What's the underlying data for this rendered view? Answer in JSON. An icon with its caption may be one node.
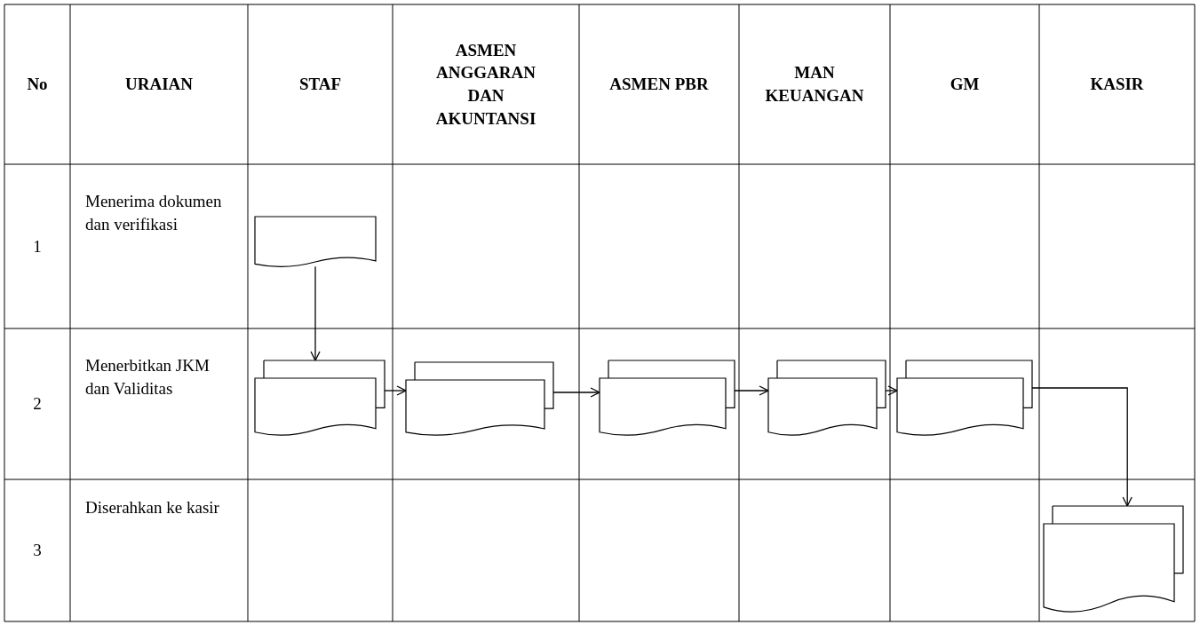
{
  "diagram": {
    "nodes": [
      {
        "text": [],
        "shape": "document"
      },
      {
        "text": [],
        "shape": "document"
      },
      {
        "text": [],
        "shape": "document"
      },
      {
        "text": [],
        "shape": "document"
      },
      {
        "text": [],
        "shape": "document"
      },
      {
        "text": [],
        "shape": "document"
      },
      {
        "text": [],
        "shape": "document"
      }
    ],
    "edges": [
      {
        "from": 0,
        "to": 1,
        "arrow": "to"
      },
      {
        "from": 1,
        "to": 2,
        "arrow": "to"
      },
      {
        "from": 2,
        "to": 3,
        "arrow": "to"
      },
      {
        "from": 3,
        "to": 4,
        "arrow": "to"
      },
      {
        "from": 4,
        "to": 5,
        "arrow": "to"
      },
      {
        "from": 5,
        "to": 6,
        "arrow": "to"
      }
    ],
    "labels": [
      "No",
      "URAIAN",
      "STAF",
      "ASMEN ANGGARAN DAN AKUNTANSI",
      "ASMEN PBR",
      "MAN KEUANGAN",
      "GM",
      "KASIR",
      "1",
      "Menerima dokumen dan verifikasi",
      "2",
      "Menerbitkan JKM dan Validitas",
      "3",
      "Diserahkan ke kasir"
    ]
  }
}
